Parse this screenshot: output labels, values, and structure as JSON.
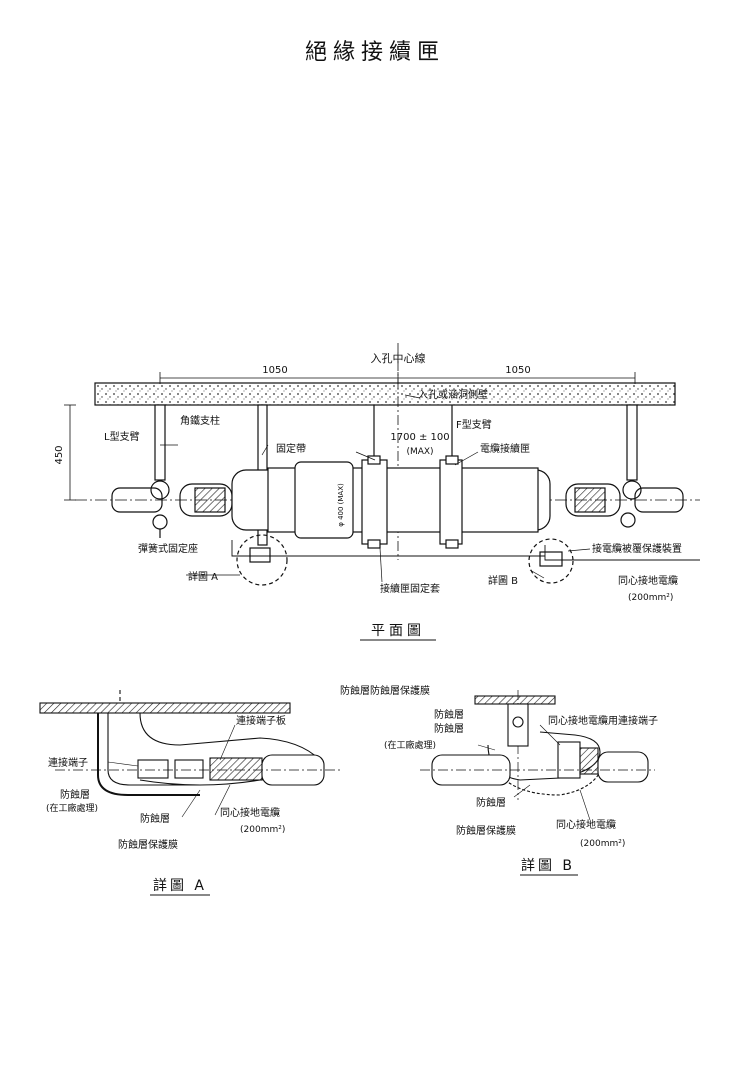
{
  "page_title": "絕緣接續匣",
  "plan": {
    "dim_left": "1050",
    "dim_right": "1050",
    "dim_height": "450",
    "dim_center": "1700 ± 100",
    "dim_center_max": "(MAX)",
    "dim_diameter": "φ 400 (MAX)",
    "manhole_center": "入孔中心線",
    "manhole_wall": "入孔或涵洞側壁",
    "l_bracket": "L型支臂",
    "angle_post": "角鐵支柱",
    "fixing_band": "固定帶",
    "f_bracket": "F型支臂",
    "cable_joint_box": "電纜接續匣",
    "spring_mount": "彈簧式固定座",
    "detail_a_ref": "詳圖 A",
    "box_fixing_kit": "接續匣固定套",
    "detail_b_ref": "詳圖 B",
    "sheath_protector": "接電纜被覆保護裝置",
    "concentric_cable": "同心接地電纜",
    "cable_size": "(200mm²)",
    "caption": "平面圖"
  },
  "detail_a": {
    "terminal_plate": "連接端子板",
    "terminal": "連接端子",
    "anticorrosion": "防蝕層",
    "factory": "(在工廠處理)",
    "anticorrosion2": "防蝕層",
    "protective_film": "防蝕層保護膜",
    "concentric_cable": "同心接地電纜",
    "cable_size": "(200mm²)",
    "caption": "詳圖 A"
  },
  "detail_b": {
    "protective_film_top": "防蝕層防蝕層保護膜",
    "anticorrosion_top": "防蝕層",
    "anticorrosion_top2": "防蝕層",
    "factory": "(在工廠處理)",
    "terminal": "同心接地電纜用連接端子",
    "anticorrosion": "防蝕層",
    "protective_film": "防蝕層保護膜",
    "concentric_cable": "同心接地電纜",
    "cable_size": "(200mm²)",
    "caption": "詳圖 B"
  }
}
